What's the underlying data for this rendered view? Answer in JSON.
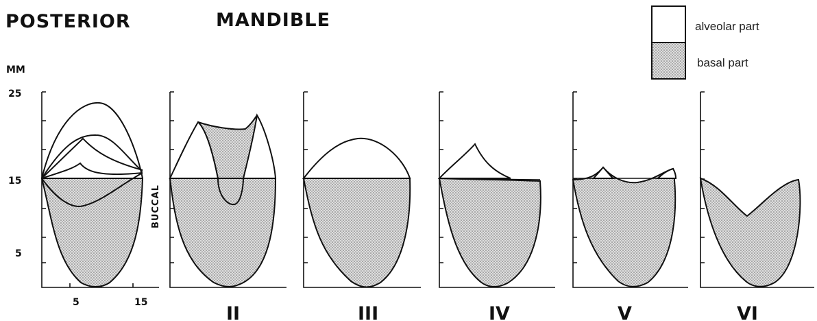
{
  "title": {
    "left": "POSTERIOR",
    "right": "MANDIBLE"
  },
  "axis": {
    "unit": "MM",
    "y_ticks": [
      "25",
      "15",
      "5"
    ],
    "x_ticks": [
      "5",
      "15"
    ]
  },
  "side_label": "BUCCAL",
  "legend": {
    "alveolar_label": "alveolar part",
    "basal_label": "basal part"
  },
  "panels": [
    {
      "label": ""
    },
    {
      "label": "II"
    },
    {
      "label": "III"
    },
    {
      "label": "IV"
    },
    {
      "label": "V"
    },
    {
      "label": "VI"
    }
  ]
}
